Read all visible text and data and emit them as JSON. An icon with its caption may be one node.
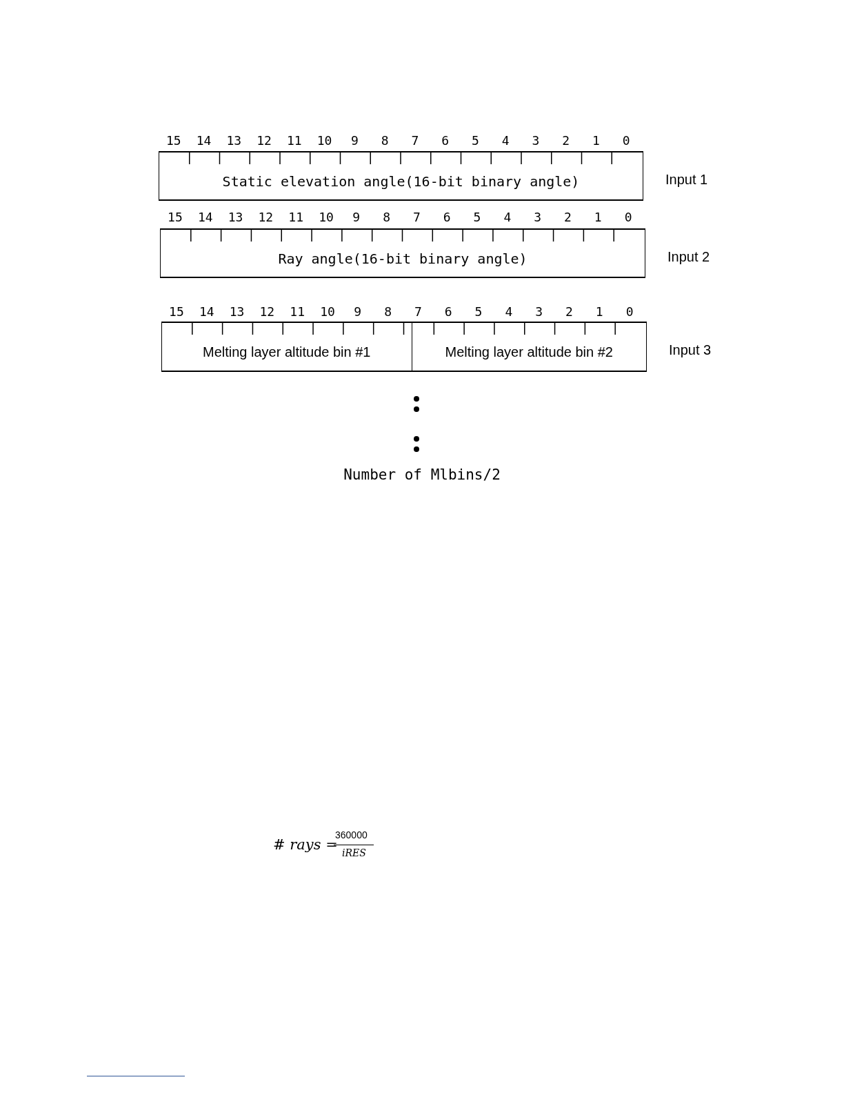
{
  "diagram": {
    "nodes": [
      {
        "text": [
          "Static elevation angle(16-bit binary angle)"
        ],
        "beside": [
          "Input 1"
        ]
      },
      {
        "text": [
          "Ray angle(16-bit binary angle)"
        ],
        "beside": [
          "Input 2"
        ]
      },
      {
        "text": [],
        "shape": "box",
        "beside": [
          "Input 3"
        ]
      },
      {
        "text": [
          "Melting layer altitude bin #1"
        ],
        "in": 2
      },
      {
        "text": [
          "Melting layer altitude bin #2"
        ],
        "in": 2
      }
    ],
    "labels": [
      "15",
      "14",
      "13",
      "12",
      "11",
      "10",
      "9",
      "8",
      "7",
      "6",
      "5",
      "4",
      "3",
      "2",
      "1",
      "0",
      "15",
      "14",
      "13",
      "12",
      "11",
      "10",
      "9",
      "8",
      "7",
      "6",
      "5",
      "4",
      "3",
      "2",
      "1",
      "0",
      "15",
      "14",
      "13",
      "12",
      "11",
      "10",
      "9",
      "8",
      "7",
      "6",
      "5",
      "4",
      "3",
      "2",
      "1",
      "0",
      "Number of Mlbins/2",
      "# rays =",
      "360000",
      "iRES"
    ]
  }
}
